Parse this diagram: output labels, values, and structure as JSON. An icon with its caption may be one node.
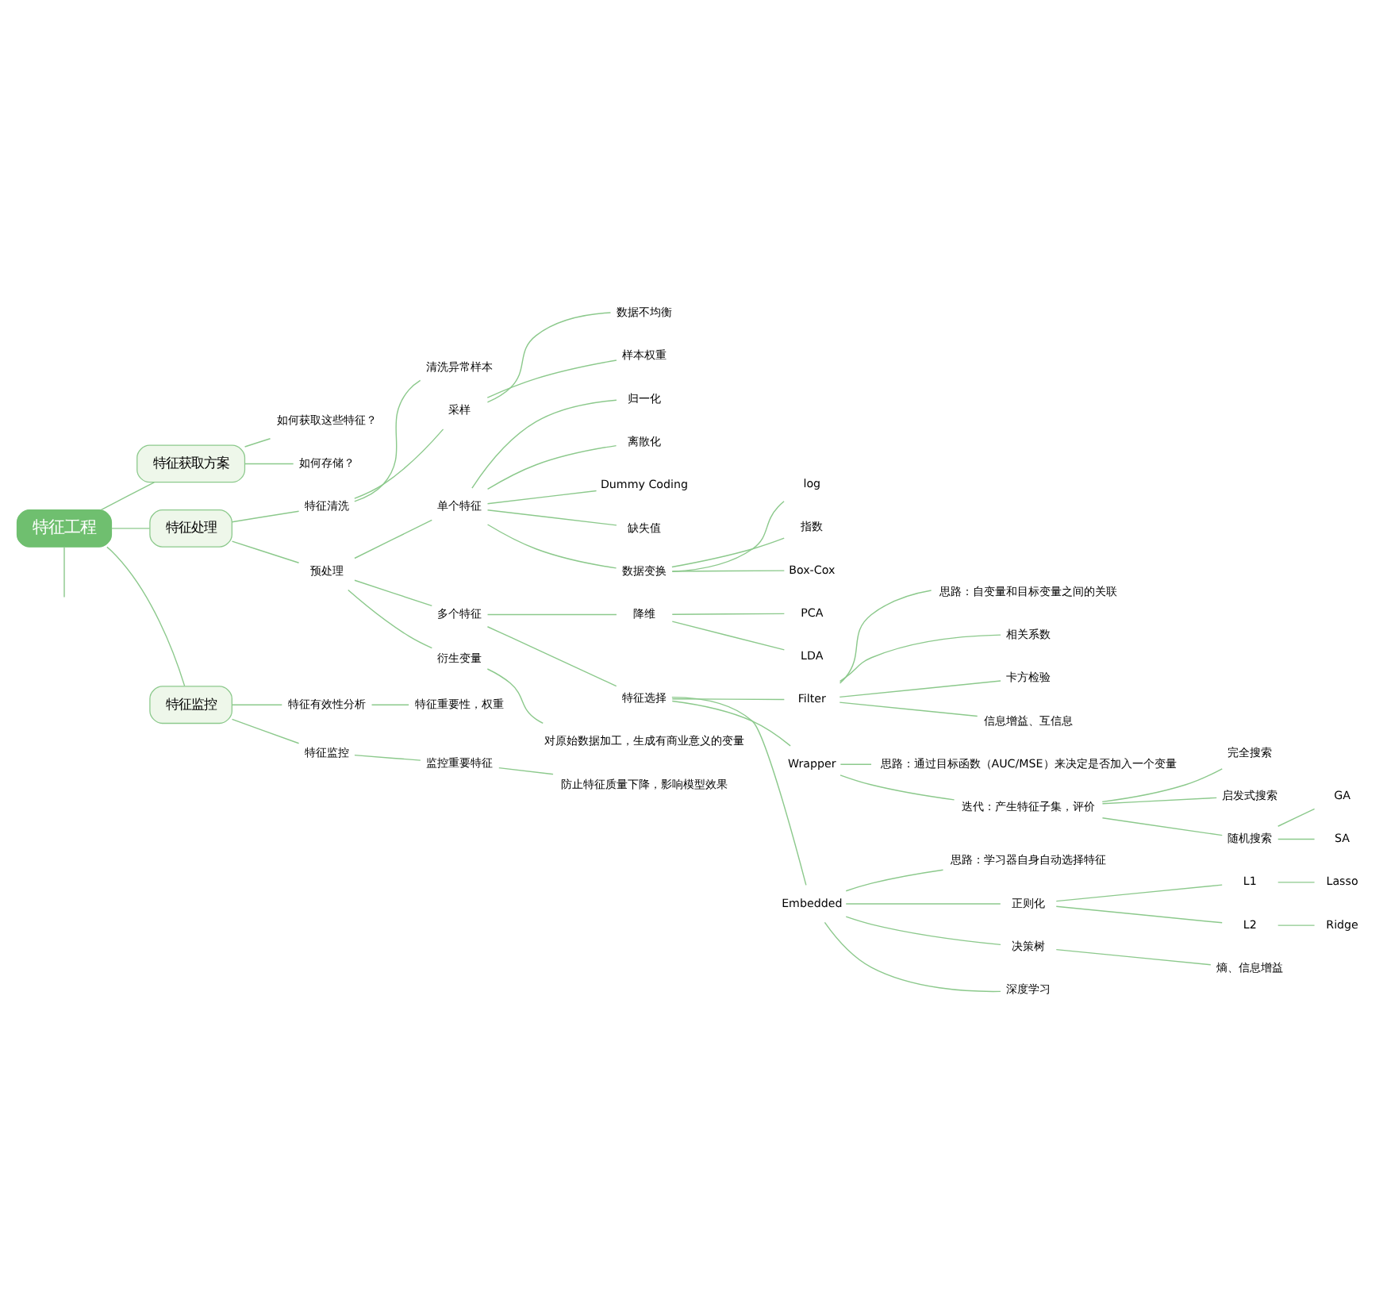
{
  "diagram": {
    "nodes": [
      {
        "text": [
          "特征工程"
        ]
      },
      {
        "text": [
          "特征获取方案"
        ]
      },
      {
        "text": [
          "如何获取这些特征？"
        ]
      },
      {
        "text": [
          "如何存储？"
        ]
      },
      {
        "text": [
          "特征处理"
        ]
      },
      {
        "text": [
          "特征清洗"
        ]
      },
      {
        "text": [
          "清洗异常样本"
        ]
      },
      {
        "text": [
          "采样"
        ]
      },
      {
        "text": [
          "数据不均衡"
        ]
      },
      {
        "text": [
          "样本权重"
        ]
      },
      {
        "text": [
          "预处理"
        ]
      },
      {
        "text": [
          "单个特征"
        ]
      },
      {
        "text": [
          "归一化"
        ]
      },
      {
        "text": [
          "离散化"
        ]
      },
      {
        "text": [
          "Dummy Coding"
        ]
      },
      {
        "text": [
          "缺失值"
        ]
      },
      {
        "text": [
          "数据变换"
        ]
      },
      {
        "text": [
          "log"
        ]
      },
      {
        "text": [
          "指数"
        ]
      },
      {
        "text": [
          "Box-Cox"
        ]
      },
      {
        "text": [
          "多个特征"
        ]
      },
      {
        "text": [
          "降维"
        ]
      },
      {
        "text": [
          "PCA"
        ]
      },
      {
        "text": [
          "LDA"
        ]
      },
      {
        "text": [
          "特征选择"
        ]
      },
      {
        "text": [
          "Filter"
        ]
      },
      {
        "text": [
          "思路：自变量和目标变量之间的关联"
        ]
      },
      {
        "text": [
          "相关系数"
        ]
      },
      {
        "text": [
          "卡方检验"
        ]
      },
      {
        "text": [
          "信息增益、互信息"
        ]
      },
      {
        "text": [
          "Wrapper"
        ]
      },
      {
        "text": [
          "思路：通过目标函数（AUC/MSE）来决定是否加入一个变量"
        ]
      },
      {
        "text": [
          "迭代：产生特征子集，评价"
        ]
      },
      {
        "text": [
          "完全搜索"
        ]
      },
      {
        "text": [
          "启发式搜索"
        ]
      },
      {
        "text": [
          "随机搜索"
        ]
      },
      {
        "text": [
          "GA"
        ]
      },
      {
        "text": [
          "SA"
        ]
      },
      {
        "text": [
          "Embedded"
        ]
      },
      {
        "text": [
          "思路：学习器自身自动选择特征"
        ]
      },
      {
        "text": [
          "正则化"
        ]
      },
      {
        "text": [
          "L1"
        ]
      },
      {
        "text": [
          "Lasso"
        ]
      },
      {
        "text": [
          "L2"
        ]
      },
      {
        "text": [
          "Ridge"
        ]
      },
      {
        "text": [
          "决策树"
        ]
      },
      {
        "text": [
          "熵、信息增益"
        ]
      },
      {
        "text": [
          "深度学习"
        ]
      },
      {
        "text": [
          "衍生变量"
        ]
      },
      {
        "text": [
          "对原始数据加工，生成有商业意义的变量"
        ]
      },
      {
        "text": [
          "特征监控"
        ]
      },
      {
        "text": [
          "特征有效性分析"
        ]
      },
      {
        "text": [
          "特征重要性，权重"
        ]
      },
      {
        "text": [
          "特征监控"
        ]
      },
      {
        "text": [
          "监控重要特征"
        ]
      },
      {
        "text": [
          "防止特征质量下降，影响模型效果"
        ]
      }
    ],
    "edges": [
      {
        "from": 0,
        "to": null,
        "arrow": "none"
      },
      {
        "from": 0,
        "to": 1,
        "arrow": "none"
      },
      {
        "from": 1,
        "to": 2,
        "arrow": "none"
      },
      {
        "from": 1,
        "to": 3,
        "arrow": "none"
      },
      {
        "from": 0,
        "to": 4,
        "arrow": "none"
      },
      {
        "from": 4,
        "to": 5,
        "arrow": "none"
      },
      {
        "from": 5,
        "to": 6,
        "arrow": "none"
      },
      {
        "from": 5,
        "to": 7,
        "arrow": "none"
      },
      {
        "from": 7,
        "to": 8,
        "arrow": "none"
      },
      {
        "from": 7,
        "to": 9,
        "arrow": "none"
      },
      {
        "from": 4,
        "to": 10,
        "arrow": "none"
      },
      {
        "from": 10,
        "to": 11,
        "arrow": "none"
      },
      {
        "from": 11,
        "to": 12,
        "arrow": "none"
      },
      {
        "from": 11,
        "to": 13,
        "arrow": "none"
      },
      {
        "from": 11,
        "to": 14,
        "arrow": "none"
      },
      {
        "from": 11,
        "to": 15,
        "arrow": "none"
      },
      {
        "from": 11,
        "to": 16,
        "arrow": "none"
      },
      {
        "from": 16,
        "to": 17,
        "arrow": "none"
      },
      {
        "from": 16,
        "to": 18,
        "arrow": "none"
      },
      {
        "from": 16,
        "to": 19,
        "arrow": "none"
      },
      {
        "from": 10,
        "to": 20,
        "arrow": "none"
      },
      {
        "from": 20,
        "to": 21,
        "arrow": "none"
      },
      {
        "from": 21,
        "to": 22,
        "arrow": "none"
      },
      {
        "from": 21,
        "to": 23,
        "arrow": "none"
      },
      {
        "from": 20,
        "to": 24,
        "arrow": "none"
      },
      {
        "from": 24,
        "to": 25,
        "arrow": "none"
      },
      {
        "from": 25,
        "to": 26,
        "arrow": "none"
      },
      {
        "from": 25,
        "to": 27,
        "arrow": "none"
      },
      {
        "from": 25,
        "to": 28,
        "arrow": "none"
      },
      {
        "from": 25,
        "to": 29,
        "arrow": "none"
      },
      {
        "from": 24,
        "to": 30,
        "arrow": "none"
      },
      {
        "from": 30,
        "to": 31,
        "arrow": "none"
      },
      {
        "from": 30,
        "to": 32,
        "arrow": "none"
      },
      {
        "from": 32,
        "to": 33,
        "arrow": "none"
      },
      {
        "from": 32,
        "to": 34,
        "arrow": "none"
      },
      {
        "from": 32,
        "to": 35,
        "arrow": "none"
      },
      {
        "from": 35,
        "to": 36,
        "arrow": "none"
      },
      {
        "from": 35,
        "to": 37,
        "arrow": "none"
      },
      {
        "from": 24,
        "to": 38,
        "arrow": "none"
      },
      {
        "from": 38,
        "to": 39,
        "arrow": "none"
      },
      {
        "from": 38,
        "to": 40,
        "arrow": "none"
      },
      {
        "from": 40,
        "to": 41,
        "arrow": "none"
      },
      {
        "from": 41,
        "to": 42,
        "arrow": "none"
      },
      {
        "from": 40,
        "to": 43,
        "arrow": "none"
      },
      {
        "from": 43,
        "to": 44,
        "arrow": "none"
      },
      {
        "from": 38,
        "to": 45,
        "arrow": "none"
      },
      {
        "from": 45,
        "to": 46,
        "arrow": "none"
      },
      {
        "from": 38,
        "to": 47,
        "arrow": "none"
      },
      {
        "from": 10,
        "to": 48,
        "arrow": "none"
      },
      {
        "from": 48,
        "to": 49,
        "arrow": "none"
      },
      {
        "from": 0,
        "to": 50,
        "arrow": "none"
      },
      {
        "from": 50,
        "to": 51,
        "arrow": "none"
      },
      {
        "from": 51,
        "to": 52,
        "arrow": "none"
      },
      {
        "from": 50,
        "to": 53,
        "arrow": "none"
      },
      {
        "from": 53,
        "to": 54,
        "arrow": "none"
      },
      {
        "from": 54,
        "to": 55,
        "arrow": "none"
      }
    ]
  }
}
